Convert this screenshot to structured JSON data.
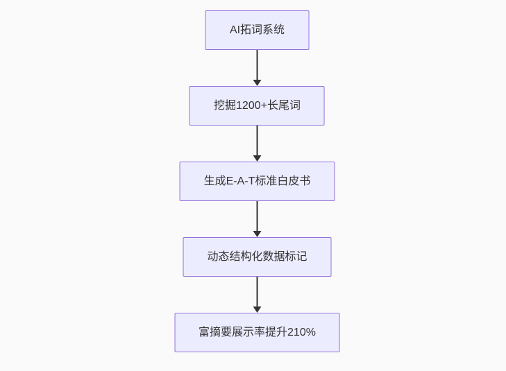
{
  "page": {
    "background_color": "#fafafa"
  },
  "diagram": {
    "type": "flowchart",
    "direction": "top-down",
    "node_fill_color": "#ECECFF",
    "node_border_color": "#9370DB",
    "node_text_color": "#333333",
    "arrow_color": "#333333",
    "nodes": [
      {
        "id": "node-1",
        "label": "AI拓词系统"
      },
      {
        "id": "node-2",
        "label": "挖掘1200+长尾词"
      },
      {
        "id": "node-3",
        "label": "生成E-A-T标准白皮书"
      },
      {
        "id": "node-4",
        "label": "动态结构化数据标记"
      },
      {
        "id": "node-5",
        "label": "富摘要展示率提升210%"
      }
    ],
    "edges": [
      {
        "from": "node-1",
        "to": "node-2"
      },
      {
        "from": "node-2",
        "to": "node-3"
      },
      {
        "from": "node-3",
        "to": "node-4"
      },
      {
        "from": "node-4",
        "to": "node-5"
      }
    ]
  }
}
